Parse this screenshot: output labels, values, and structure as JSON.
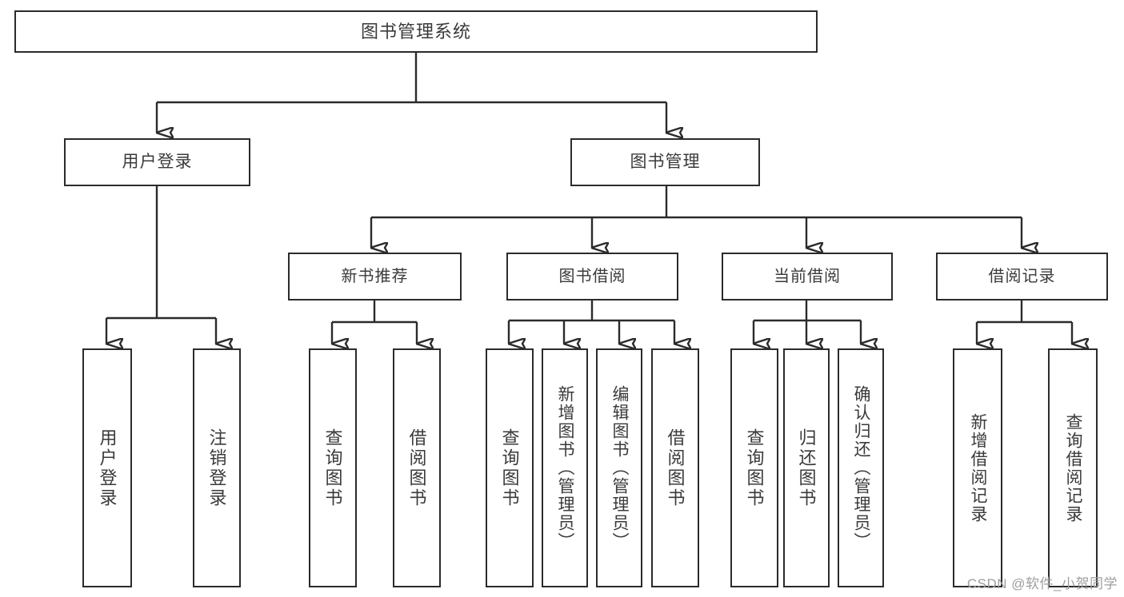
{
  "diagram": {
    "title": "图书管理系统",
    "type": "tree-hierarchy",
    "root": {
      "label": "图书管理系统"
    },
    "level1": [
      {
        "label": "用户登录"
      },
      {
        "label": "图书管理"
      }
    ],
    "level2": [
      {
        "label": "新书推荐"
      },
      {
        "label": "图书借阅"
      },
      {
        "label": "当前借阅"
      },
      {
        "label": "借阅记录"
      }
    ],
    "leaves": {
      "user_login": [
        {
          "label": "用户登录"
        },
        {
          "label": "注销登录"
        }
      ],
      "new_book_recommend": [
        {
          "label": "查询图书"
        },
        {
          "label": "借阅图书"
        }
      ],
      "book_borrow": [
        {
          "label": "查询图书"
        },
        {
          "label": "新增图书（管理员）"
        },
        {
          "label": "编辑图书（管理员）"
        },
        {
          "label": "借阅图书"
        }
      ],
      "current_borrow": [
        {
          "label": "查询图书"
        },
        {
          "label": "归还图书"
        },
        {
          "label": "确认归还（管理员）"
        }
      ],
      "borrow_record": [
        {
          "label": "新增借阅记录"
        },
        {
          "label": "查询借阅记录"
        }
      ]
    }
  },
  "watermark": {
    "text": "CSDN @软件_小贺同学"
  },
  "colors": {
    "stroke": "#2b2b2b",
    "text": "#3a3a3a",
    "background": "#ffffff",
    "watermark": "#9e9e9e"
  }
}
